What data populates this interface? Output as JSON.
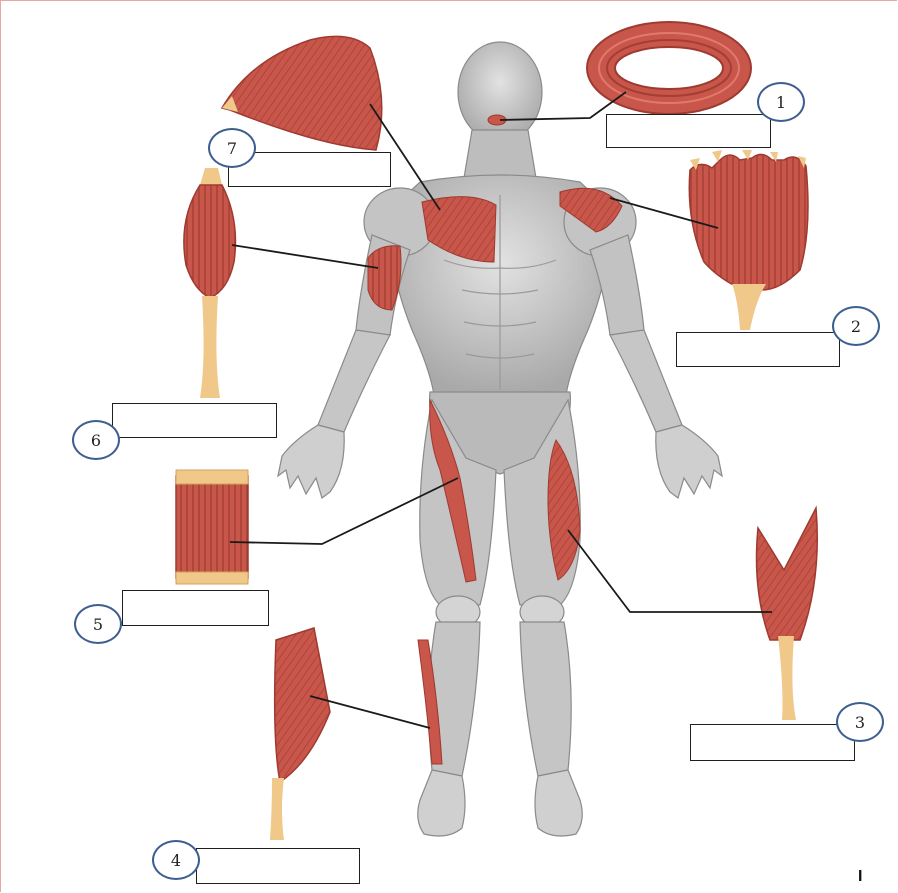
{
  "labels": [
    {
      "id": "1",
      "number": "1",
      "muscle_shape": "circular"
    },
    {
      "id": "2",
      "number": "2",
      "muscle_shape": "multipennate"
    },
    {
      "id": "3",
      "number": "3",
      "muscle_shape": "unipennate-bipennate"
    },
    {
      "id": "4",
      "number": "4",
      "muscle_shape": "unipennate"
    },
    {
      "id": "5",
      "number": "5",
      "muscle_shape": "parallel-strap"
    },
    {
      "id": "6",
      "number": "6",
      "muscle_shape": "fusiform"
    },
    {
      "id": "7",
      "number": "7",
      "muscle_shape": "convergent"
    }
  ],
  "corner_mark": "I",
  "colors": {
    "muscle": "#c8564a",
    "muscle_dark": "#9e3a30",
    "tendon": "#f0c98a",
    "body": "#c9c9c9",
    "body_dark": "#8f8f8f",
    "badge_border": "#3d5f8f",
    "line": "#1a1a1a"
  }
}
